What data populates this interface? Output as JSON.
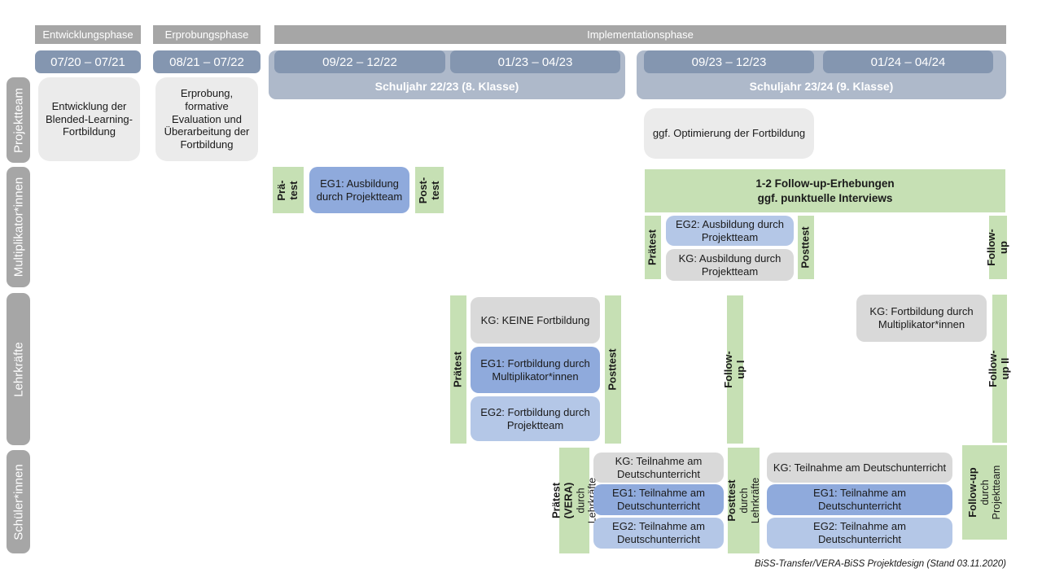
{
  "colors": {
    "phase_bar_gray": "#a6a6a6",
    "side_label_gray": "#a6a6a6",
    "date_bar_blue": "#8496b0",
    "school_year_band_blue": "#aeb9ca",
    "project_box_gray": "#ebebeb",
    "kg_box_gray": "#d9d9d9",
    "eg1_box_blue": "#8faadc",
    "eg2_box_blue": "#b4c7e7",
    "test_bar_green": "#c6e0b4"
  },
  "header": {
    "phase_labels": [
      "Entwicklungsphase",
      "Erprobungsphase",
      "Implementationsphase"
    ],
    "date_ranges": [
      "07/20 – 07/21",
      "08/21 – 07/22",
      "09/22 – 12/22",
      "01/23 – 04/23",
      "09/23 – 12/23",
      "01/24 – 04/24"
    ],
    "school_years": [
      "Schuljahr 22/23 (8. Klasse)",
      "Schuljahr 23/24 (9. Klasse)"
    ]
  },
  "rows": {
    "labels": [
      "Projektteam",
      "Multiplikator*innen",
      "Lehrkräfte",
      "Schüler*innen"
    ]
  },
  "projektteam": {
    "development_box": "Entwicklung der Blended-Learning-Fortbildung",
    "evaluation_box": "Erprobung, formative Evaluation und Überarbeitung der Fortbildung",
    "optimization_box": "ggf. Optimierung der Fortbildung"
  },
  "multiplikatoren": {
    "praetest_sj1": "Prä-\ntest",
    "eg1_box": "EG1: Ausbildung durch Projektteam",
    "posttest_sj1": "Post-\ntest",
    "followup_banner": "1-2 Follow-up-Erhebungen\nggf. punktuelle Interviews",
    "praetest_sj2": "Prätest",
    "eg2_box": "EG2: Ausbildung durch Projektteam",
    "kg_box": "KG: Ausbildung durch Projektteam",
    "posttest_sj2": "Posttest",
    "followup": "Follow-up"
  },
  "lehrkraefte": {
    "praetest": "Prätest",
    "kg_box": "KG: KEINE Fortbildung",
    "eg1_box": "EG1: Fortbildung durch Multiplikator*innen",
    "eg2_box": "EG2: Fortbildung durch Projektteam",
    "posttest": "Posttest",
    "followup_1": "Follow-up I",
    "kg_followup_box": "KG: Fortbildung durch Multiplikator*innen",
    "followup_2": "Follow-up II"
  },
  "schueler": {
    "praetest_main": "Prätest (VERA)",
    "praetest_sub": "durch Lehrkräfte",
    "sj1_kg_box": "KG: Teilnahme am Deutschunterricht",
    "sj1_eg1_box": "EG1: Teilnahme am Deutschunterricht",
    "sj1_eg2_box": "EG2: Teilnahme am Deutschunterricht",
    "posttest_main": "Posttest",
    "posttest_sub": "durch Lehrkräfte",
    "sj2_kg_box": "KG: Teilnahme am Deutschunterricht",
    "sj2_eg1_box": "EG1: Teilnahme am Deutschunterricht",
    "sj2_eg2_box": "EG2: Teilnahme am Deutschunterricht",
    "followup_main": "Follow-up",
    "followup_sub": "durch\nProjektteam"
  },
  "footer": {
    "caption": "BiSS-Transfer/VERA-BiSS Projektdesign (Stand 03.11.2020)"
  }
}
